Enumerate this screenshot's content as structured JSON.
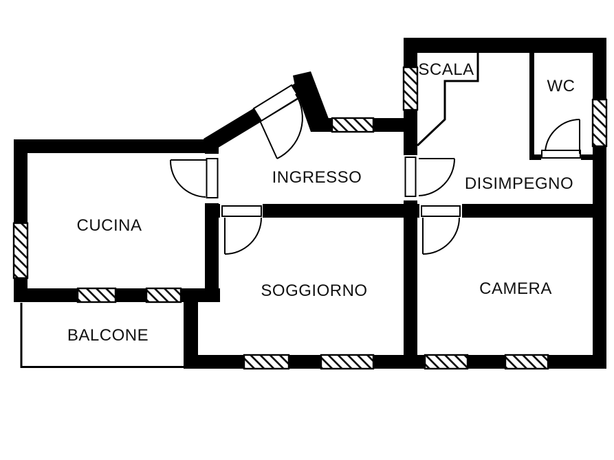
{
  "plan": {
    "type": "floor-plan",
    "colors": {
      "walls": "#000000",
      "background": "#ffffff",
      "text": "#111111"
    },
    "rooms": [
      {
        "id": "scala",
        "label": "SCALA"
      },
      {
        "id": "wc",
        "label": "WC"
      },
      {
        "id": "ingresso",
        "label": "INGRESSO"
      },
      {
        "id": "disimpegno",
        "label": "DISIMPEGNO"
      },
      {
        "id": "cucina",
        "label": "CUCINA"
      },
      {
        "id": "soggiorno",
        "label": "SOGGIORNO"
      },
      {
        "id": "camera",
        "label": "CAMERA"
      },
      {
        "id": "balcone",
        "label": "BALCONE"
      }
    ]
  }
}
